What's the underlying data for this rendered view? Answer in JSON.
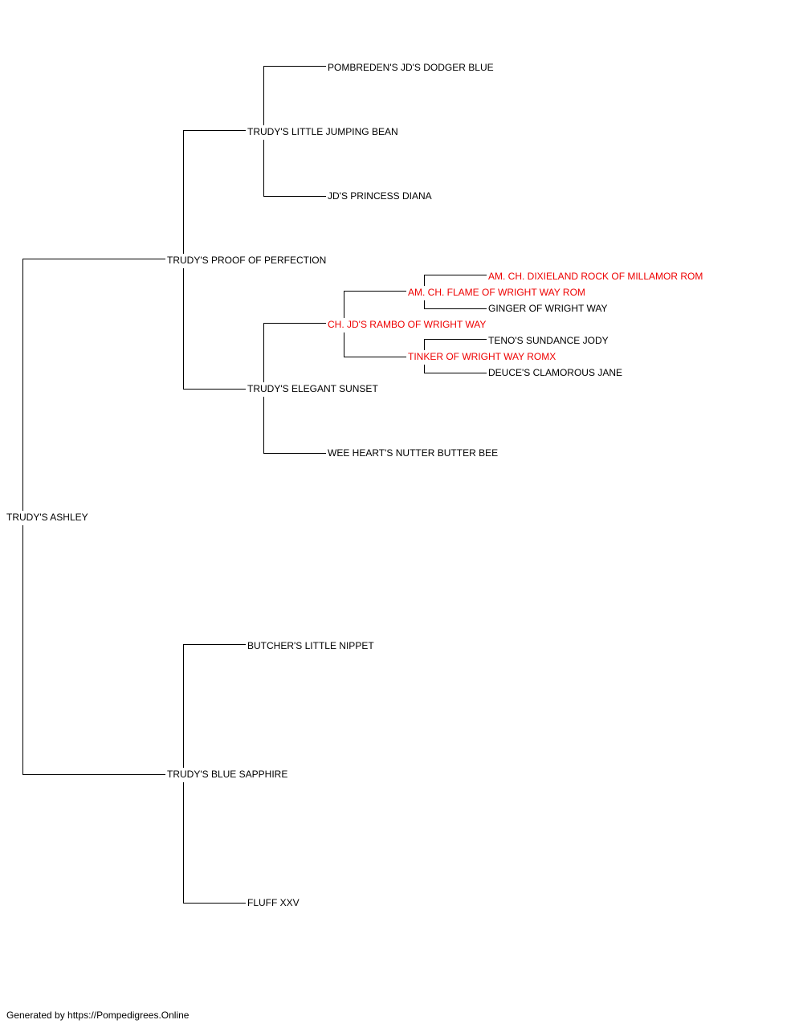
{
  "colors": {
    "champion": "#ee0000",
    "normal": "#000000",
    "connector": "#000000"
  },
  "pedigree": {
    "subject": "TRUDY'S ASHLEY",
    "sire": {
      "name": "TRUDY'S PROOF OF PERFECTION",
      "sire": {
        "name": "TRUDY'S LITTLE JUMPING BEAN",
        "sire": "POMBREDEN'S JD'S DODGER BLUE",
        "dam": "JD'S PRINCESS DIANA"
      },
      "dam": {
        "name": "TRUDY'S ELEGANT SUNSET",
        "sire": {
          "name": "CH. JD'S RAMBO OF WRIGHT WAY",
          "sire": {
            "name": "AM. CH. FLAME OF WRIGHT WAY ROM",
            "sire": "AM. CH. DIXIELAND ROCK OF MILLAMOR ROM",
            "dam": "GINGER OF WRIGHT WAY"
          },
          "dam": {
            "name": "TINKER OF WRIGHT WAY ROMX",
            "sire": "TENO'S SUNDANCE JODY",
            "dam": "DEUCE'S CLAMOROUS JANE"
          }
        },
        "dam": "WEE HEART'S NUTTER BUTTER BEE"
      }
    },
    "dam": {
      "name": "TRUDY'S BLUE SAPPHIRE",
      "sire": "BUTCHER'S LITTLE NIPPET",
      "dam": "FLUFF XXV"
    }
  },
  "footer": "Generated by https://Pompedigrees.Online"
}
